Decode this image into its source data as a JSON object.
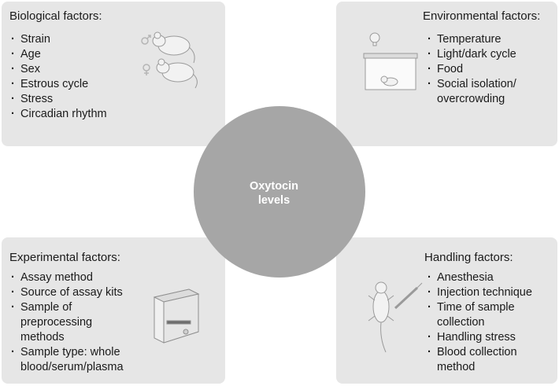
{
  "center": {
    "line1": "Oxytocin",
    "line2": "levels"
  },
  "panels": {
    "biological": {
      "title": "Biological factors:",
      "items": [
        "Strain",
        "Age",
        "Sex",
        "Estrous cycle",
        "Stress",
        "Circadian rhythm"
      ],
      "icon": "mice-sex-icon"
    },
    "environmental": {
      "title": "Environmental factors:",
      "items": [
        "Temperature",
        "Light/dark cycle",
        "Food",
        "Social isolation/",
        "overcrowding"
      ],
      "icon": "cage-lamp-icon"
    },
    "experimental": {
      "title": "Experimental factors:",
      "items": [
        "Assay method",
        "Source of assay kits",
        "Sample of",
        "preprocessing",
        "methods",
        "Sample type: whole",
        "blood/serum/plasma"
      ],
      "icon": "assay-machine-icon"
    },
    "handling": {
      "title": "Handling factors:",
      "items": [
        "Anesthesia",
        "Injection technique",
        "Time of sample",
        "collection",
        "Handling stress",
        "Blood collection",
        "method"
      ],
      "icon": "mouse-syringe-icon"
    }
  },
  "colors": {
    "panel": "#e6e6e6",
    "center_circle": "#a6a6a6",
    "background": "#ffffff"
  }
}
